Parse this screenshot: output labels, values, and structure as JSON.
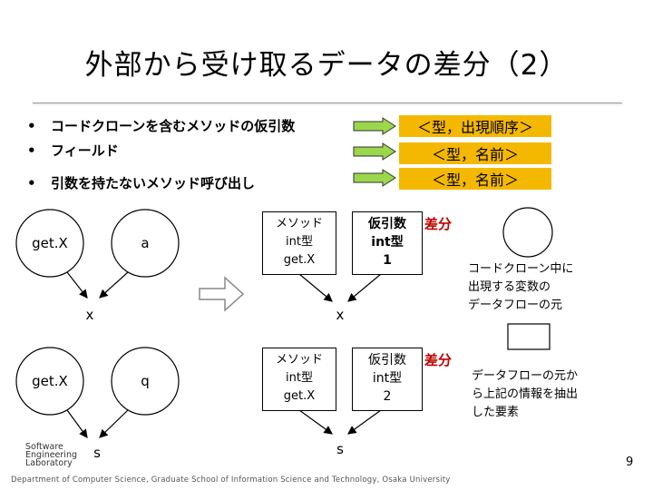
{
  "title": "外部から受け取るデータの差分（2）",
  "bullets": [
    {
      "marker": "•",
      "text": "コードクローンを含むメソッドの仮引数",
      "label": "＜型，出現順序＞"
    },
    {
      "marker": "•",
      "text": "フィールド",
      "label": "＜型，名前＞"
    },
    {
      "marker": "•",
      "text": "引数を持たないメソッド呼び出し",
      "label": "＜型，名前＞"
    }
  ],
  "graph_left": {
    "top": {
      "n1": "get.X",
      "n2": "a",
      "mid": "x"
    },
    "bottom": {
      "n1": "get.X",
      "n2": "q",
      "mid": "s"
    }
  },
  "graph_right": {
    "top": {
      "box1": [
        "メソッド",
        "int型",
        "get.X"
      ],
      "box2": [
        "仮引数",
        "int型",
        "1"
      ],
      "diff": "差分",
      "mid": "x"
    },
    "bottom": {
      "box1": [
        "メソッド",
        "int型",
        "get.X"
      ],
      "box2": [
        "仮引数",
        "int型",
        "2"
      ],
      "diff": "差分",
      "mid": "s"
    }
  },
  "legend": {
    "circle_note": [
      "コードクローン中に",
      "出現する変数の",
      "データフローの元"
    ],
    "rect_note": [
      "データフローの元か",
      "ら上記の情報を抽出",
      "した要素"
    ]
  },
  "logo_text": [
    "Software",
    "Engineering",
    "Laboratory"
  ],
  "footer": "Department of Computer Science, Graduate School of Information Science and Technology, Osaka University",
  "page_number": "9",
  "colors": {
    "arrow_fill": "#9bd74a",
    "pill": "#f5b800",
    "diff": "#c00000"
  }
}
